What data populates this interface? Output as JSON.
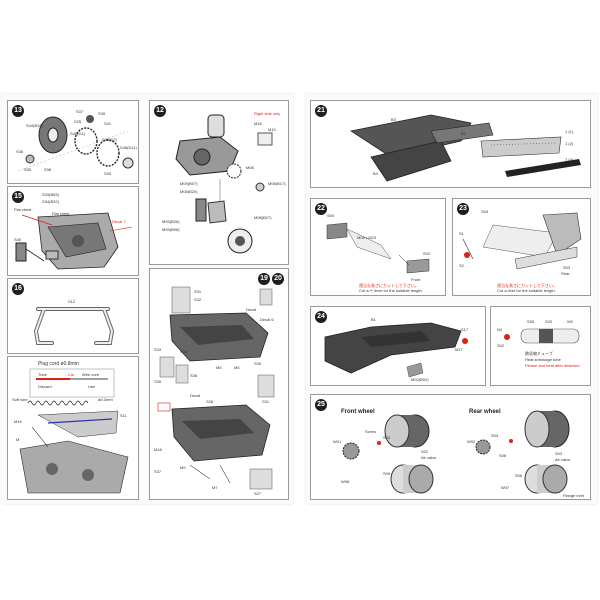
{
  "left_page": {
    "step13": {
      "number": "13",
      "labels": [
        "S44(B16)",
        "S37",
        "S25",
        "S39",
        "S41",
        "S40(D1)",
        "S45(D2)",
        "S36",
        "S35",
        "S38",
        "S46(D11)",
        "S43"
      ]
    },
    "step12": {
      "number": "12",
      "note": "Right side only",
      "labels": [
        "M16",
        "M10",
        "M08",
        "M09(B07)",
        "M08(B20)",
        "M08(B17)",
        "M09(B26)",
        "M09(B08)",
        "M08(B27)"
      ]
    },
    "step15": {
      "number": "15",
      "labels": [
        "S33(B53)",
        "S34(B32)",
        "Flat chest",
        "Flat chest",
        "Decal 7",
        "S40"
      ]
    },
    "step16": {
      "number": "16",
      "labels": [
        "S12"
      ]
    },
    "step17": {
      "legend": {
        "title": "Plug cord ø0.8mm",
        "tube": "Tube",
        "wire_core": "Wire core",
        "discard": "Discard",
        "use": "Use",
        "soft_wire": "Soft wire",
        "soft_wire_size": "ø0.3mm",
        "cut_label": "Cut"
      },
      "labels": [
        "M16",
        "S11",
        "M"
      ]
    },
    "step18_20": {
      "numbers": [
        "19",
        "20"
      ],
      "labels": [
        "S31",
        "S32",
        "Decal",
        "Decal 6",
        "S33",
        "S34",
        "S35",
        "S36",
        "M5",
        "M6",
        "S30",
        "Decal",
        "S31",
        "S28",
        "M18",
        "M9",
        "S37",
        "M7",
        "S27"
      ]
    }
  },
  "right_page": {
    "step21": {
      "number": "21",
      "labels": [
        "B3",
        "B2",
        "B4",
        "1 (1)",
        "1 (2)",
        "7 (3)"
      ]
    },
    "step22": {
      "number": "22",
      "labels": [
        "S04",
        "M04 r M23",
        "S02",
        "Front"
      ],
      "note_jp": "適当な長さにカットして下さい。",
      "note_en": "Cut a ✂ level for the suitable length."
    },
    "step23": {
      "number": "23",
      "labels": [
        "S04",
        "S1",
        "S2",
        "S03",
        "Rear"
      ],
      "note_jp": "適当な長さにカットして下さい。",
      "note_en": "Cut a rivet for the suitable length."
    },
    "step24": {
      "number": "24",
      "labels": [
        "B1",
        "S17",
        "M17",
        "M02(B02)"
      ]
    },
    "step24b": {
      "labels": [
        "S30",
        "S20",
        "N1",
        "S02",
        "W2"
      ],
      "note_jp": "熱収縮チューブ",
      "note_en": "Heat shrinkage tube",
      "note_red": "Please and heat after attached"
    },
    "step25": {
      "number": "25",
      "front_title": "Front wheel",
      "rear_title": "Rear wheel",
      "front_labels": [
        "W01",
        "S03",
        "Screw",
        "S02",
        "Air valve",
        "S09",
        "W08"
      ],
      "rear_labels": [
        "W02",
        "S04",
        "S06",
        "S03",
        "Air valve",
        "S08",
        "W07",
        "Flange rivet"
      ]
    }
  },
  "colors": {
    "panel_border": "#9a9a9a",
    "badge": "#1e1e1e",
    "red_note": "#d21111",
    "part_dark": "#3a3a3a"
  }
}
